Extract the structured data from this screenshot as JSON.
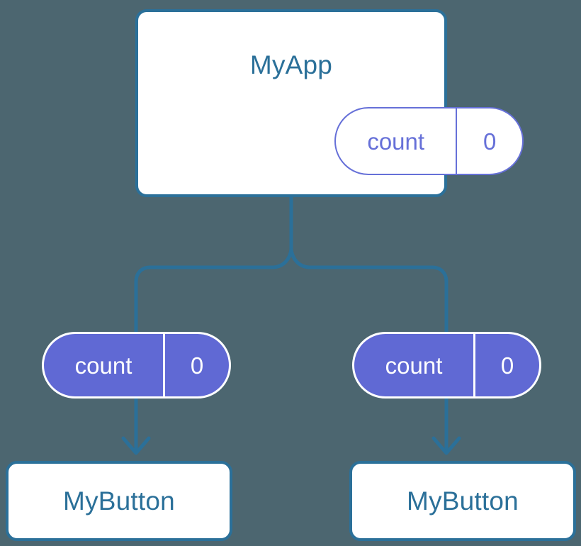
{
  "diagram": {
    "title": "MyApp state propagation tree",
    "background_color": "#4c6670",
    "accent_blue": "#2b7099",
    "accent_purple": "#6069d4",
    "purple_outline": "#6670d8",
    "card_fill": "#ffffff"
  },
  "root": {
    "component_label": "MyApp",
    "state": {
      "key": "count",
      "value": "0"
    }
  },
  "branches": [
    {
      "side": "left",
      "state": {
        "key": "count",
        "value": "0"
      },
      "component_label": "MyButton"
    },
    {
      "side": "right",
      "state": {
        "key": "count",
        "value": "0"
      },
      "component_label": "MyButton"
    }
  ],
  "connectors": {
    "trunk_label": "root-to-split-trunk",
    "left_branch_label": "split-to-left-state",
    "right_branch_label": "split-to-right-state",
    "left_arrow_label": "left-state-to-left-button",
    "right_arrow_label": "right-state-to-right-button",
    "stroke_color": "#2b7099",
    "stroke_width": "5"
  }
}
